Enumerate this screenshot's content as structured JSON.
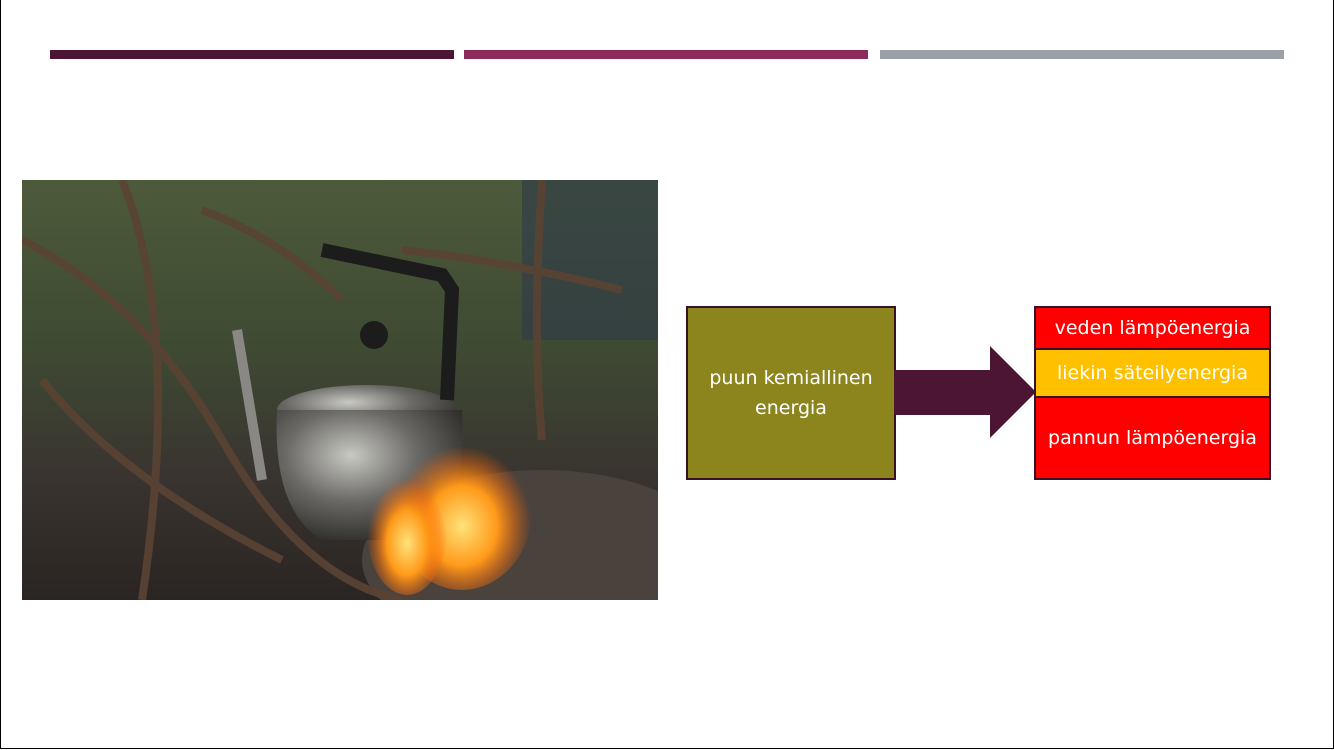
{
  "colors": {
    "bar1": "#4b1533",
    "bar2": "#8c2a5c",
    "bar3": "#9aa0a6",
    "source_box": "#8c851e",
    "arrow": "#4b1533",
    "red": "#ff0000",
    "yellow": "#ffc000"
  },
  "diagram": {
    "source": "puun kemiallinen energia",
    "targets": [
      "veden lämpöenergia",
      "liekin säteilyenergia",
      "pannun lämpöenergia"
    ]
  }
}
